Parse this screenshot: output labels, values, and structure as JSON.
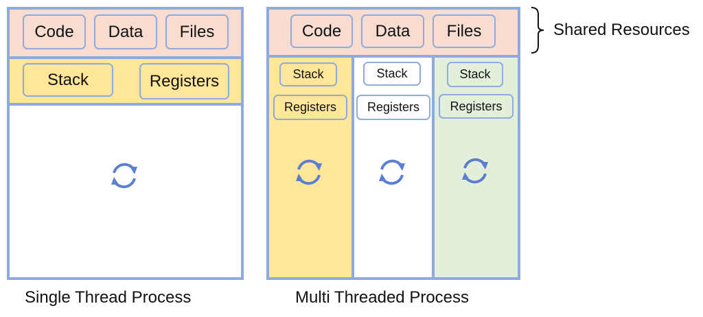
{
  "single_process": {
    "caption": "Single Thread Process",
    "shared": [
      "Code",
      "Data",
      "Files"
    ],
    "stack_label": "Stack",
    "registers_label": "Registers"
  },
  "multi_process": {
    "caption": "Multi Threaded Process",
    "shared": [
      "Code",
      "Data",
      "Files"
    ],
    "threads": [
      {
        "stack_label": "Stack",
        "registers_label": "Registers",
        "color": "#ffe699"
      },
      {
        "stack_label": "Stack",
        "registers_label": "Registers",
        "color": "#ffffff"
      },
      {
        "stack_label": "Stack",
        "registers_label": "Registers",
        "color": "#e2efda"
      }
    ]
  },
  "shared_resources_label": "Shared Resources",
  "colors": {
    "border": "#8faadc",
    "shared_band": "#f8dcd0",
    "thread_yellow": "#ffe699",
    "thread_green": "#e2efda",
    "cycle_icon": "#5b7fd1"
  },
  "icons": {
    "thread_cycle": "refresh-cycle-icon",
    "brace": "right-curly-brace"
  }
}
